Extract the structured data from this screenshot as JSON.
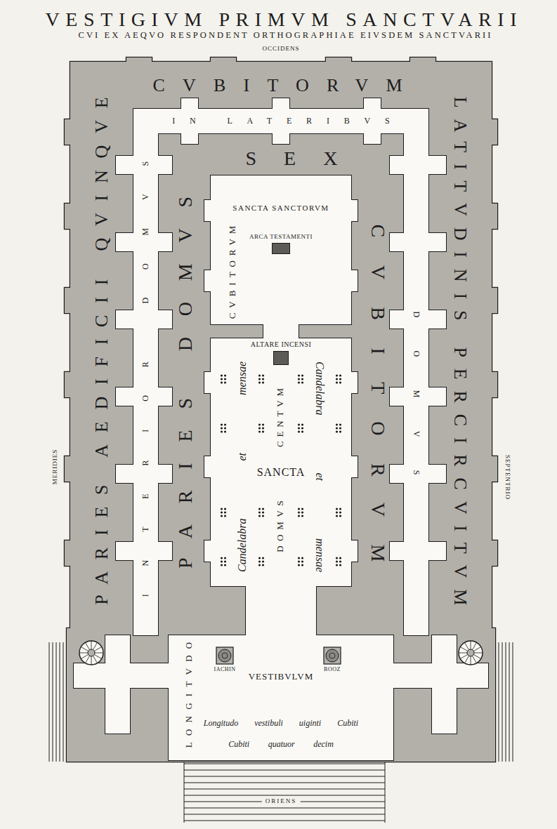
{
  "diagram": {
    "title": "VESTIGIVM PRIMVM SANCTVARII",
    "nodes": [
      {
        "text": [
          "SANCTA SANCTORVM"
        ]
      },
      {
        "text": [
          "ARCA TESTAMENTI"
        ],
        "in": 0
      },
      {
        "text": [
          "SANCTA"
        ]
      },
      {
        "text": [
          "ALTARE INCENSI"
        ],
        "in": 2
      },
      {
        "text": [
          "VESTIBVLVM"
        ]
      },
      {
        "text": [
          "IACHIN"
        ],
        "in": 4
      },
      {
        "text": [
          "BOOZ"
        ],
        "in": 4
      }
    ],
    "labels": [
      "CVI EX AEQVO RESPONDENT ORTHOGRAPHIAE EIVSDEM SANCTVARII",
      "OCCIDENS",
      "MERIDIES",
      "SEPTENTRIO",
      "ORIENS",
      "PARIES AEDIFICII QVINQVE",
      "CVBITORVM",
      "LATITVDINIS PERCIRCVITVM",
      "PARIES DOMVS",
      "SEX",
      "CVBITORVM",
      "INTERIOR DOMVS",
      "IN LATERIBVS",
      "DOMVS",
      "LONGITVDO",
      "DOMVS",
      "CENTVM",
      "CVBITORVM",
      "Candelabra et mensae",
      "Candelabra et mensae",
      "Longitudo vestibuli uiginti Cubiti",
      "Cubiti quatuor decim"
    ]
  }
}
